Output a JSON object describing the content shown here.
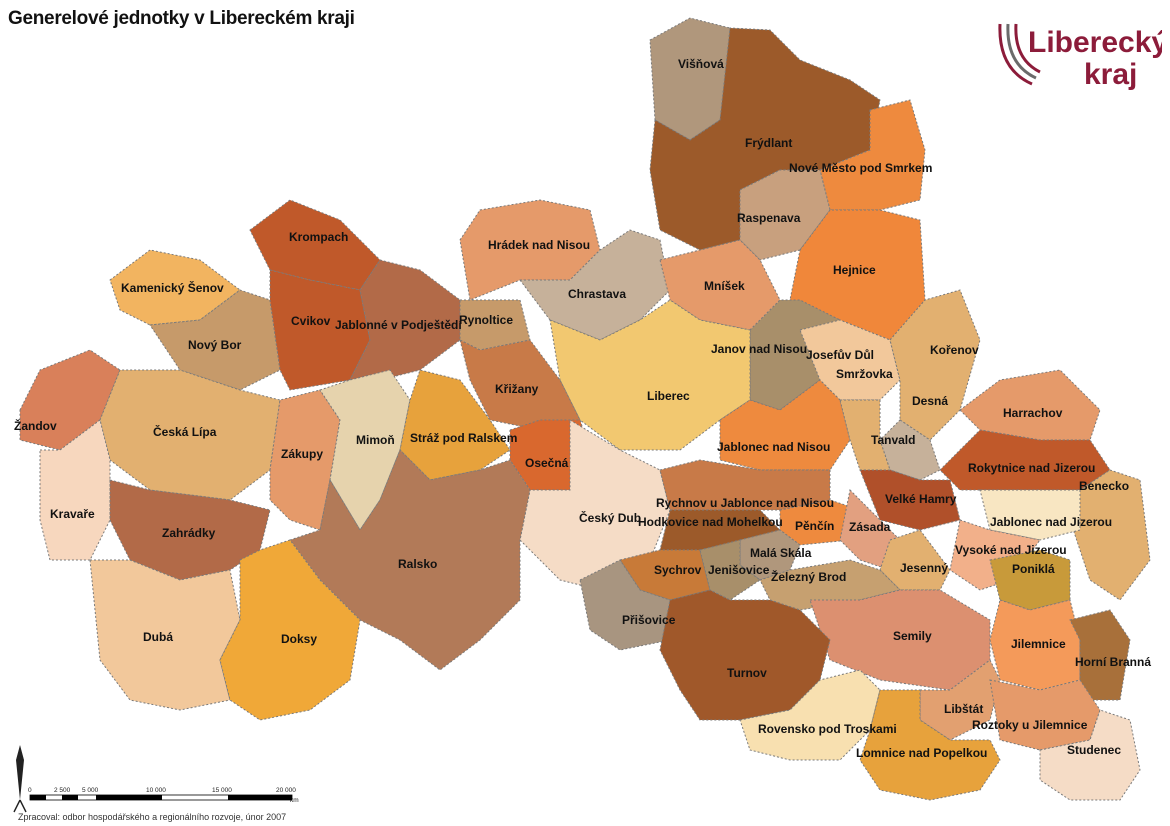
{
  "title": "Generelové jednotky v Libereckém kraji",
  "logo": {
    "line1": "Liberecký",
    "line2": "kraj"
  },
  "scale_bar": {
    "ticks": [
      "0",
      "2 500",
      "5 000",
      "10 000",
      "15 000",
      "20 000"
    ],
    "unit": "km"
  },
  "credit": "Zpracoval: odbor hospodářského a regionálního rozvoje, únor 2007",
  "colors": {
    "dark_brown": "#9c5a2a",
    "rust": "#c0592a",
    "orange": "#ee8a3e",
    "salmon": "#e59a6a",
    "tan": "#e2b070",
    "peach": "#f2c89b",
    "light_peach": "#f7d7be",
    "grey_taupe": "#b0977c",
    "khaki": "#a88f6a",
    "gold": "#e7a23c",
    "cream": "#f8e6c2",
    "sienna": "#b26a48",
    "logo_red": "#8c1c3a"
  },
  "regions": [
    {
      "name": "Višňová"
    },
    {
      "name": "Frýdlant"
    },
    {
      "name": "Nové Město pod Smrkem"
    },
    {
      "name": "Raspenava"
    },
    {
      "name": "Hejnice"
    },
    {
      "name": "Hrádek nad Nisou"
    },
    {
      "name": "Chrastava"
    },
    {
      "name": "Mníšek"
    },
    {
      "name": "Krompach"
    },
    {
      "name": "Kamenický Šenov"
    },
    {
      "name": "Nový Bor"
    },
    {
      "name": "Cvikov"
    },
    {
      "name": "Jablonné v Podještědí"
    },
    {
      "name": "Rynoltice"
    },
    {
      "name": "Janov nad Nisou"
    },
    {
      "name": "Josefův Důl"
    },
    {
      "name": "Smržovka"
    },
    {
      "name": "Kořenov"
    },
    {
      "name": "Liberec"
    },
    {
      "name": "Křižany"
    },
    {
      "name": "Desná"
    },
    {
      "name": "Harrachov"
    },
    {
      "name": "Žandov"
    },
    {
      "name": "Česká Lípa"
    },
    {
      "name": "Zákupy"
    },
    {
      "name": "Mimoň"
    },
    {
      "name": "Stráž pod Ralskem"
    },
    {
      "name": "Osečná"
    },
    {
      "name": "Jablonec nad Nisou"
    },
    {
      "name": "Tanvald"
    },
    {
      "name": "Rokytnice nad Jizerou"
    },
    {
      "name": "Benecko"
    },
    {
      "name": "Kravaře"
    },
    {
      "name": "Český Dub"
    },
    {
      "name": "Rychnov u Jablonce nad Nisou"
    },
    {
      "name": "Hodkovice nad Mohelkou"
    },
    {
      "name": "Velké Hamry"
    },
    {
      "name": "Zahrádky"
    },
    {
      "name": "Pěnčín"
    },
    {
      "name": "Zásada"
    },
    {
      "name": "Jablonec nad Jizerou"
    },
    {
      "name": "Ralsko"
    },
    {
      "name": "Malá Skála"
    },
    {
      "name": "Vysoké nad Jizerou"
    },
    {
      "name": "Sychrov"
    },
    {
      "name": "Jenišovice"
    },
    {
      "name": "Jesenný"
    },
    {
      "name": "Poniklá"
    },
    {
      "name": "Železný Brod"
    },
    {
      "name": "Přišovice"
    },
    {
      "name": "Dubá"
    },
    {
      "name": "Doksy"
    },
    {
      "name": "Semily"
    },
    {
      "name": "Jilemnice"
    },
    {
      "name": "Horní Branná"
    },
    {
      "name": "Turnov"
    },
    {
      "name": "Libštát"
    },
    {
      "name": "Rovensko pod Troskami"
    },
    {
      "name": "Roztoky u Jilemnice"
    },
    {
      "name": "Studenec"
    },
    {
      "name": "Lomnice nad Popelkou"
    }
  ]
}
